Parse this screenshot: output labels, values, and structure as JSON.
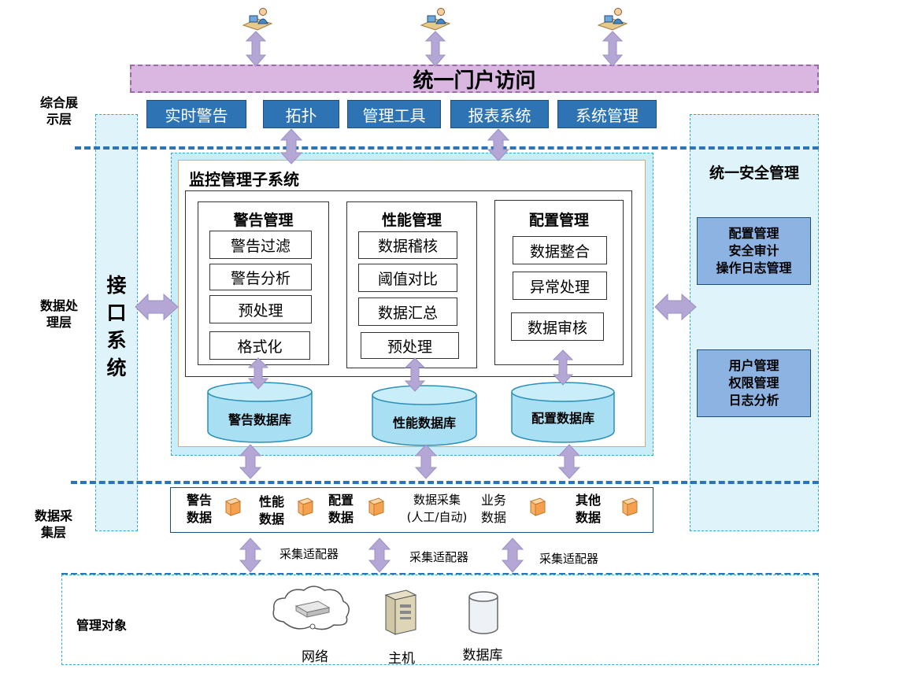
{
  "portal": {
    "title": "统一门户访问"
  },
  "layers": {
    "presentation": "综合展\n示层",
    "processing": "数据处\n理层",
    "collection": "数据采\n集层"
  },
  "tabs": [
    "实时警告",
    "拓扑",
    "管理工具",
    "报表系统",
    "系统管理"
  ],
  "interface_system": "接\n口\n系\n统",
  "security": {
    "title": "统一安全管理",
    "box1": [
      "配置管理",
      "安全审计",
      "操作日志管理"
    ],
    "box2": [
      "用户管理",
      "权限管理",
      "日志分析"
    ]
  },
  "monitor": {
    "title": "监控管理子系统",
    "modules": [
      {
        "title": "警告管理",
        "items": [
          "警告过滤",
          "警告分析",
          "预处理",
          "格式化"
        ]
      },
      {
        "title": "性能管理",
        "items": [
          "数据稽核",
          "阈值对比",
          "数据汇总",
          "预处理"
        ]
      },
      {
        "title": "配置管理",
        "items": [
          "数据整合",
          "异常处理",
          "数据审核"
        ]
      }
    ],
    "databases": [
      "警告数据库",
      "性能数据库",
      "配置数据库"
    ]
  },
  "collection": {
    "sources": [
      "警告\n数据",
      "性能\n数据",
      "配置\n数据",
      "业务\n数据",
      "其他\n数据"
    ],
    "manual": "数据采集\n(人工/自动)"
  },
  "adapters": [
    "采集适配器",
    "采集适配器",
    "采集适配器"
  ],
  "objects": {
    "title": "管理对象",
    "items": [
      "网络",
      "主机",
      "数据库"
    ]
  },
  "colors": {
    "arrow": "#b4a7d6",
    "portal": "#d9b7e0",
    "tab": "#2e74b5",
    "panel": "#dff3fb",
    "security_box": "#8db3e2",
    "dash": "#2e74b5"
  }
}
